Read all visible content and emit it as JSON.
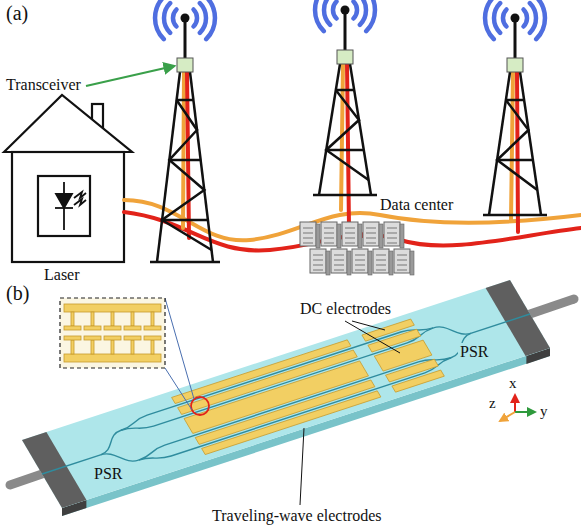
{
  "diagram": {
    "labels": [
      "(a)",
      "Transceiver",
      "Laser",
      "Data center",
      "(b)",
      "DC electrodes",
      "PSR",
      "PSR",
      "Traveling-wave electrodes",
      "z",
      "x",
      "y"
    ]
  }
}
